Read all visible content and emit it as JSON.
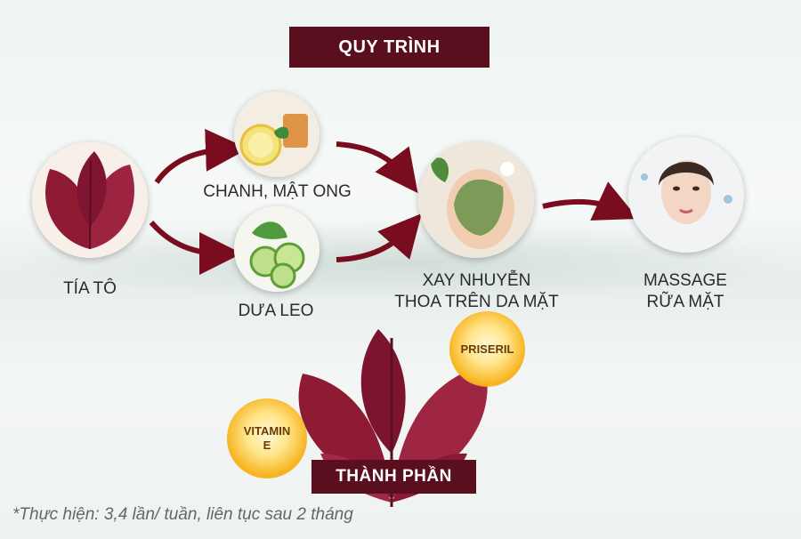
{
  "header": {
    "title": "QUY TRÌNH"
  },
  "steps": {
    "tia_to": {
      "label": "TÍA TÔ"
    },
    "chanh_mat_ong": {
      "label": "CHANH, MẬT ONG"
    },
    "dua_leo": {
      "label": "DƯA LEO"
    },
    "xay_nhuyen": {
      "line1": "XAY NHUYỄN",
      "line2": "THOA TRÊN DA MẶT"
    },
    "massage": {
      "line1": "MASSAGE",
      "line2": "RỮA MẶT"
    }
  },
  "ingredients": {
    "title": "THÀNH PHẦN",
    "badges": {
      "priseril": "PRISERIL",
      "vitamin_line1": "VITAMIN",
      "vitamin_line2": "E"
    }
  },
  "footer": {
    "note": "*Thực hiện: 3,4 lần/ tuần, liên tục sau 2 tháng"
  },
  "colors": {
    "accent": "#5a0f1f",
    "arrow": "#7a0c20",
    "leaf": "#8f1a34"
  }
}
